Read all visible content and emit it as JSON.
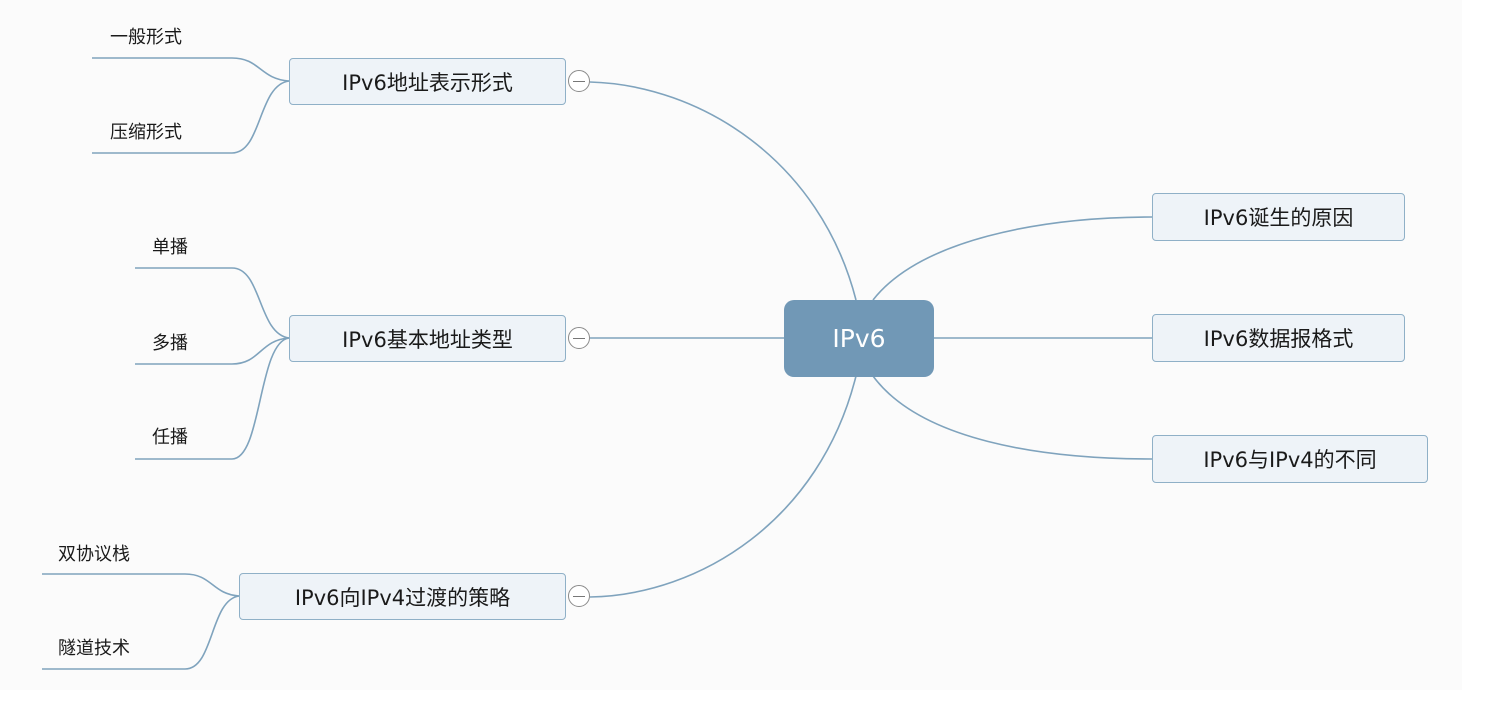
{
  "mindmap": {
    "root": {
      "label": "IPv6"
    },
    "left_topics": [
      {
        "label": "IPv6地址表示形式",
        "children": [
          "一般形式",
          "压缩形式"
        ]
      },
      {
        "label": "IPv6基本地址类型",
        "children": [
          "单播",
          "多播",
          "任播"
        ]
      },
      {
        "label": "IPv6向IPv4过渡的策略",
        "children": [
          "双协议栈",
          "隧道技术"
        ]
      }
    ],
    "right_topics": [
      {
        "label": "IPv6诞生的原因"
      },
      {
        "label": "IPv6数据报格式"
      },
      {
        "label": "IPv6与IPv4的不同"
      }
    ]
  },
  "colors": {
    "line": "#7fa3bd",
    "root_fill": "#7198b6",
    "topic_fill": "#eef3f8",
    "topic_border": "#8fb0c7"
  }
}
